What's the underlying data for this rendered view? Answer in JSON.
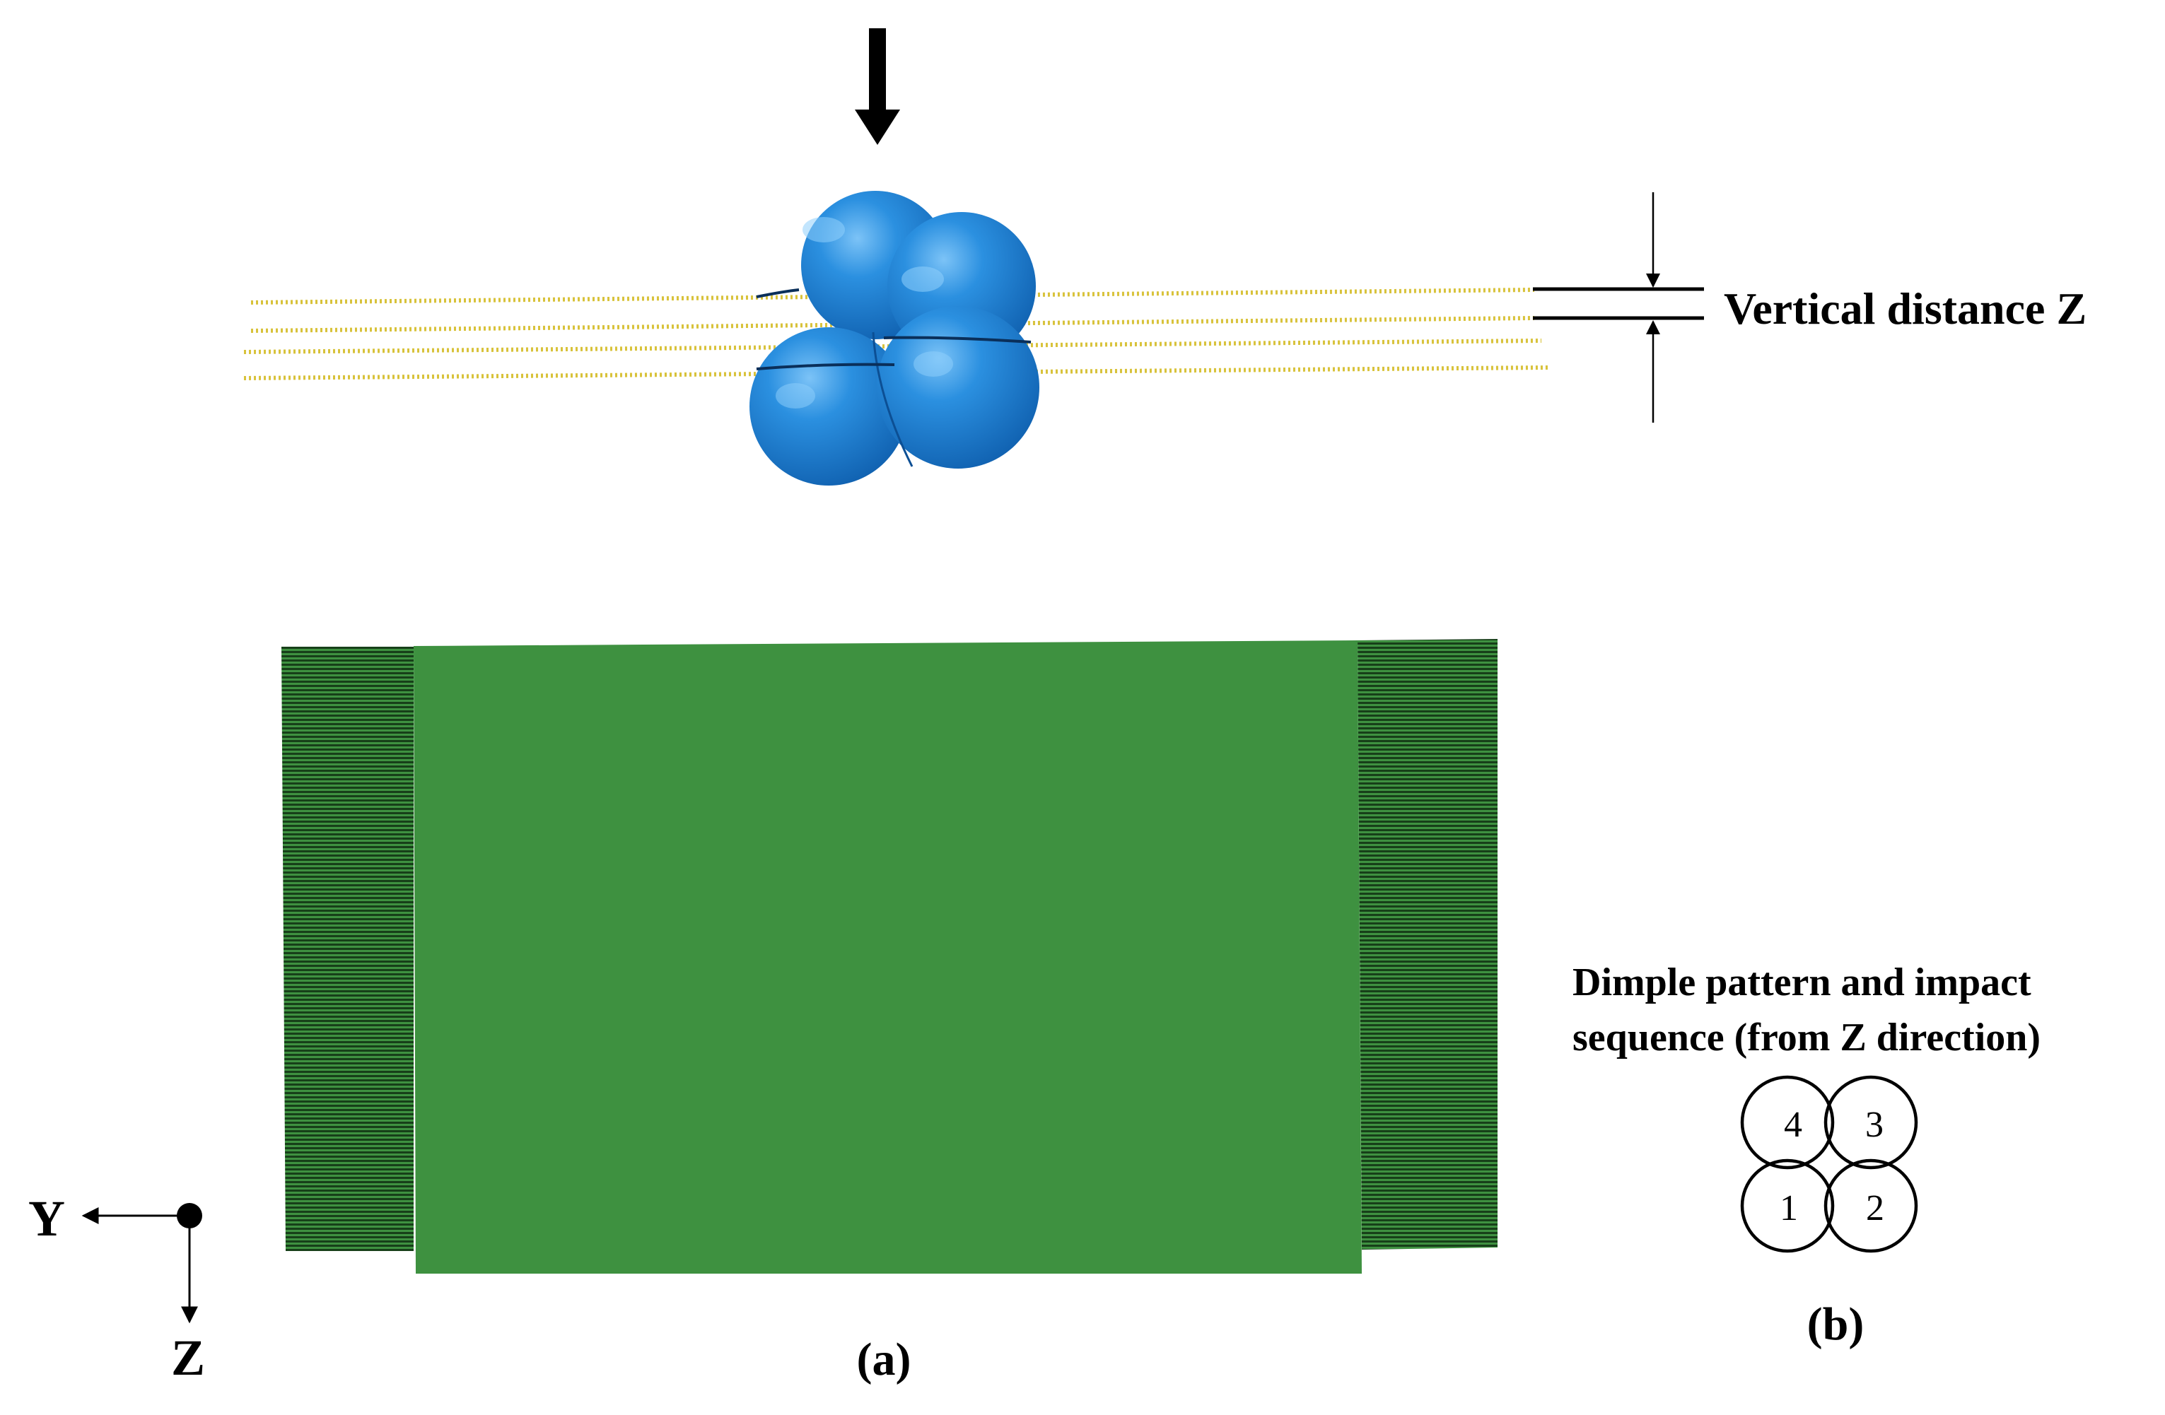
{
  "panel_a": {
    "label": "(a)",
    "annotation": "Vertical distance Z",
    "axes": {
      "y_label": "Y",
      "z_label": "Z"
    }
  },
  "panel_b": {
    "label": "(b)",
    "title_line1": "Dimple pattern and impact",
    "title_line2": "sequence (from Z direction)",
    "sequence": [
      "4",
      "3",
      "1",
      "2"
    ]
  },
  "colors": {
    "indenter": "#1a7fd1",
    "target": "#3e9140",
    "target_edge": "#1f5e22",
    "trajectory": "#d8c23a",
    "ink": "#000000"
  }
}
